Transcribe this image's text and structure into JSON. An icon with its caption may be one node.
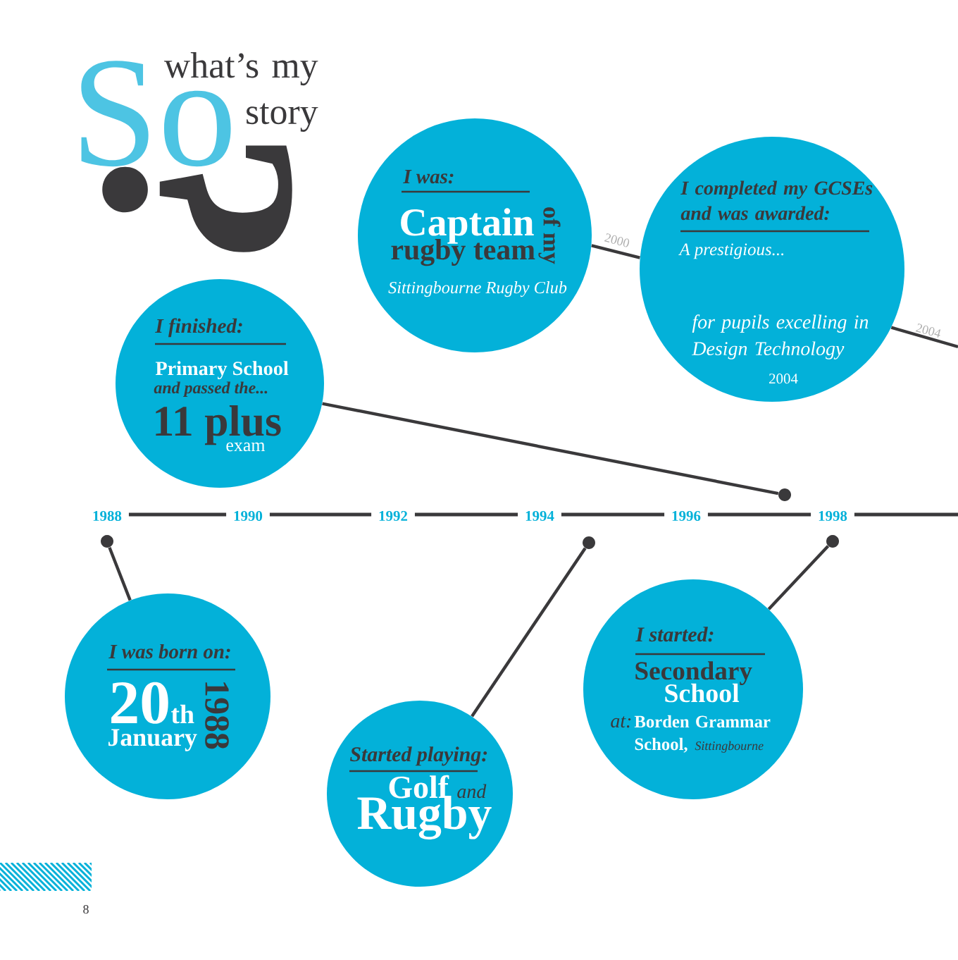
{
  "diagram": {
    "title": "what’s my story",
    "nodes": [
      {
        "text": [
          "I was:",
          "Captain",
          "of my",
          "rugby team",
          "Sittingbourne Rugby Club"
        ]
      },
      {
        "text": [
          "I completed my GCSEs and was awarded:",
          "A prestigious...",
          "for pupils excelling in Design Technology",
          "2004"
        ]
      },
      {
        "text": [
          "I finished:",
          "Primary School",
          "and passed the...",
          "11 plus",
          "exam"
        ]
      },
      {
        "text": [],
        "shape": "circle"
      },
      {
        "text": [],
        "shape": "circle"
      },
      {
        "text": [],
        "shape": "circle"
      },
      {
        "text": [],
        "shape": "circle"
      },
      {
        "text": [
          "I was born on:",
          "20",
          "th",
          "January",
          "1988"
        ]
      },
      {
        "text": [
          "Started playing:",
          "Golf",
          "and",
          "Rugby"
        ]
      },
      {
        "text": [
          "I started:",
          "Secondary",
          "School",
          "at:",
          "Borden Grammar School,",
          "Sittingbourne"
        ]
      }
    ],
    "edges": [
      {
        "from": 0,
        "to": 1,
        "arrow": "none",
        "label": "2000"
      },
      {
        "from": 1,
        "to": null,
        "arrow": "none",
        "label": "2004"
      },
      {
        "from": 3,
        "to": 2,
        "arrow": "none"
      },
      {
        "from": 4,
        "to": 7,
        "arrow": "none"
      },
      {
        "from": 5,
        "to": 8,
        "arrow": "none"
      },
      {
        "from": 6,
        "to": 9,
        "arrow": "none"
      }
    ],
    "labels": [
      "So",
      "?",
      "1988",
      "1990",
      "1992",
      "1994",
      "1996",
      "1998",
      "8"
    ]
  }
}
